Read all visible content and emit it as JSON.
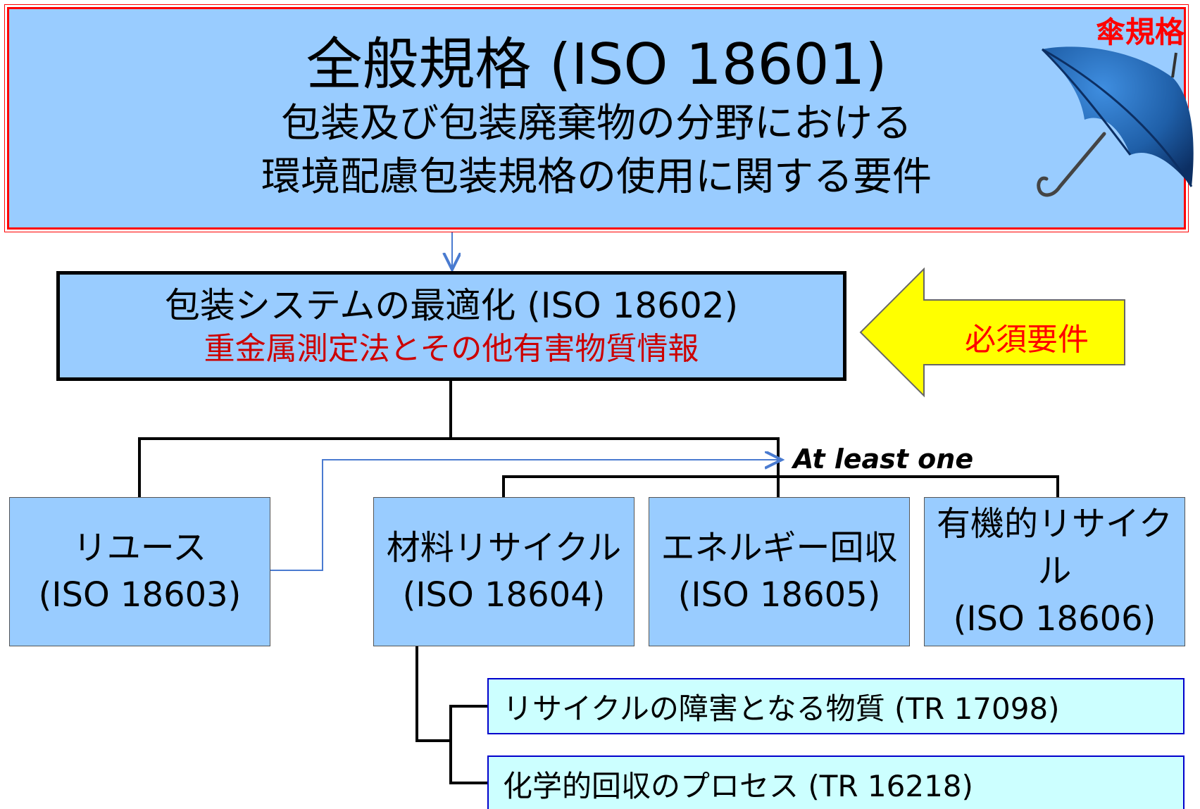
{
  "top": {
    "title": "全般規格 (ISO 18601)",
    "line2": "包装及び包装廃棄物の分野における",
    "line3": "環境配慮包装規格の使用に関する要件",
    "umbrella_label": "傘規格"
  },
  "middle": {
    "title": "包装システムの最適化 (ISO 18602)",
    "subtitle": "重金属測定法とその他有害物質情報",
    "required_label": "必須要件"
  },
  "at_least_one": "At least one",
  "standards": [
    {
      "name": "リユース",
      "code": "(ISO 18603)"
    },
    {
      "name": "材料リサイクル",
      "code": "(ISO 18604)"
    },
    {
      "name": "エネルギー回収",
      "code": "(ISO 18605)"
    },
    {
      "name": "有機的リサイクル",
      "code": "(ISO 18606)"
    }
  ],
  "technical_reports": [
    {
      "label": "リサイクルの障害となる物質 (TR 17098)"
    },
    {
      "label": "化学的回収のプロセス (TR 16218)"
    }
  ],
  "colors": {
    "box_fill": "#99ccff",
    "tr_fill": "#ccffff",
    "emphasis_red": "#ff0000",
    "arrow_yellow": "#ffff00",
    "umbrella_blue": "#1f5fa8"
  },
  "icons": [
    "umbrella-icon",
    "required-arrow-icon"
  ]
}
